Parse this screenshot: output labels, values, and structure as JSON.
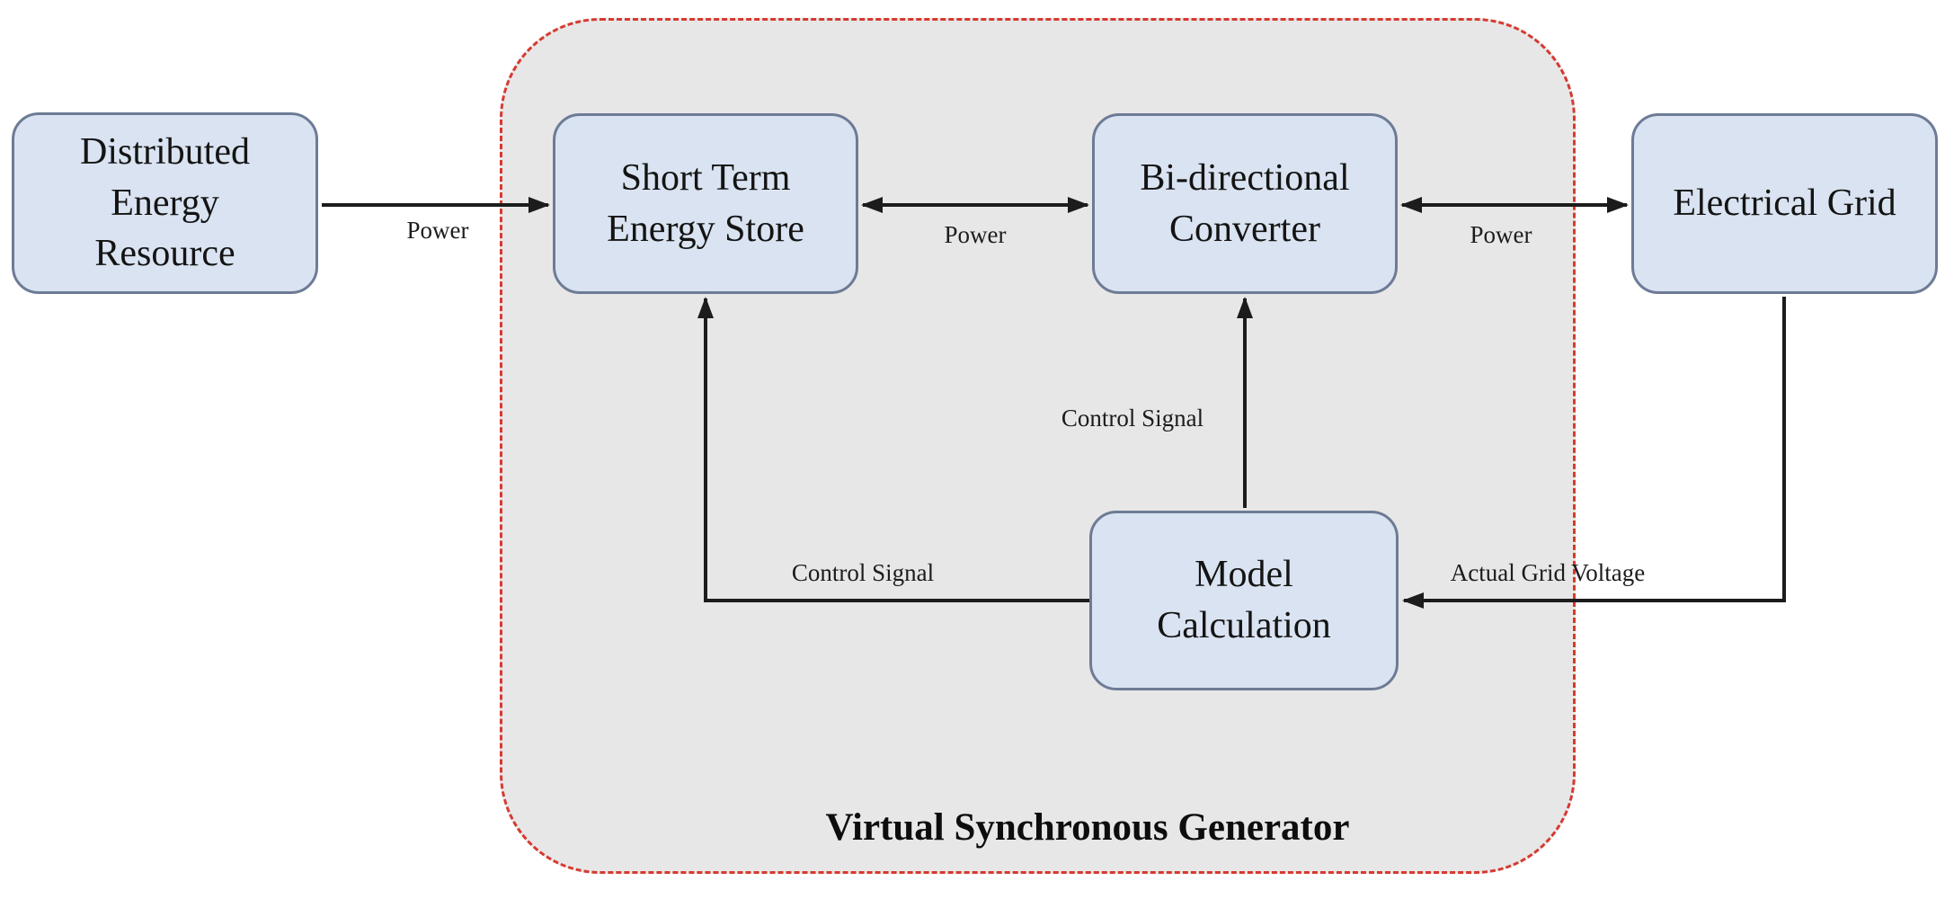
{
  "diagram": {
    "container_label": "Virtual Synchronous Generator",
    "nodes": [
      {
        "id": "distributed-energy-resource",
        "label": "Distributed\nEnergy\nResource"
      },
      {
        "id": "short-term-energy-store",
        "label": "Short Term\nEnergy Store"
      },
      {
        "id": "bi-directional-converter",
        "label": "Bi-directional\nConverter"
      },
      {
        "id": "electrical-grid",
        "label": "Electrical Grid"
      },
      {
        "id": "model-calculation",
        "label": "Model\nCalculation"
      }
    ],
    "edges": [
      {
        "from": "distributed-energy-resource",
        "to": "short-term-energy-store",
        "label": "Power",
        "direction": "one-way"
      },
      {
        "from": "short-term-energy-store",
        "to": "bi-directional-converter",
        "label": "Power",
        "direction": "two-way"
      },
      {
        "from": "bi-directional-converter",
        "to": "electrical-grid",
        "label": "Power",
        "direction": "two-way"
      },
      {
        "from": "model-calculation",
        "to": "bi-directional-converter",
        "label": "Control Signal",
        "direction": "one-way"
      },
      {
        "from": "model-calculation",
        "to": "short-term-energy-store",
        "label": "Control Signal",
        "direction": "one-way"
      },
      {
        "from": "electrical-grid",
        "to": "model-calculation",
        "label": "Actual Grid Voltage",
        "direction": "one-way"
      }
    ],
    "colors": {
      "node_fill": "#dae3f1",
      "node_border": "#6d7b96",
      "container_fill": "#e8e7e7",
      "container_border": "#d63a30",
      "line": "#1c1c1c"
    }
  }
}
